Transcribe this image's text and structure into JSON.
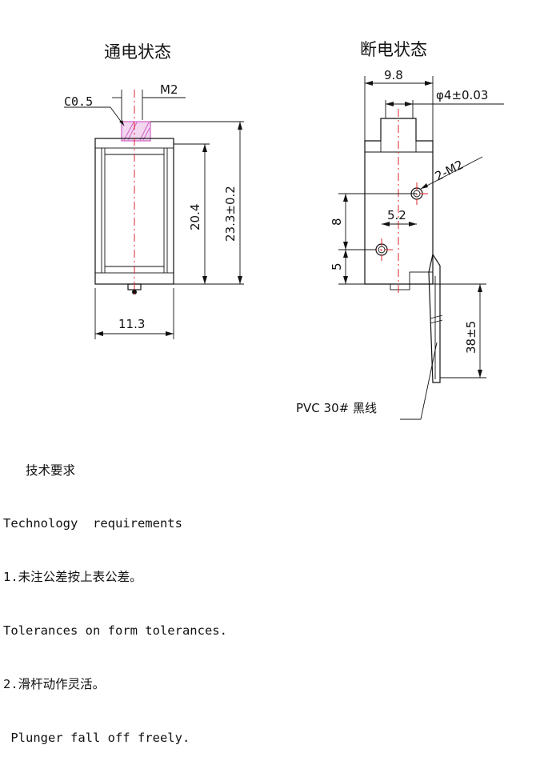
{
  "views": {
    "energized": {
      "title": "通电状态",
      "chamfer": "C0.5",
      "thread": "M2",
      "dim_inner_height": "20.4",
      "dim_total_height": "23.3±0.2",
      "dim_width": "11.3"
    },
    "deenergized": {
      "title": "断电状态",
      "dim_width": "9.8",
      "dim_diameter": "φ4±0.03",
      "dim_holes": "2-M2",
      "dim_hole_offset": "5.2",
      "dim_hole_spacing": "8",
      "dim_hole_bottom": "5",
      "dim_lead_length": "38±5",
      "lead_wire": "PVC 30# 黑线"
    }
  },
  "notes": {
    "heading": "   技术要求",
    "lines": [
      "Technology  requirements",
      "1.未注公差按上表公差。",
      "Tolerances on form tolerances.",
      "2.滑杆动作灵活。",
      " Plunger fall off freely."
    ]
  },
  "colors": {
    "centerline": "#e0262a",
    "chamfer_hatch": "#d060c8",
    "ink": "#111111"
  }
}
